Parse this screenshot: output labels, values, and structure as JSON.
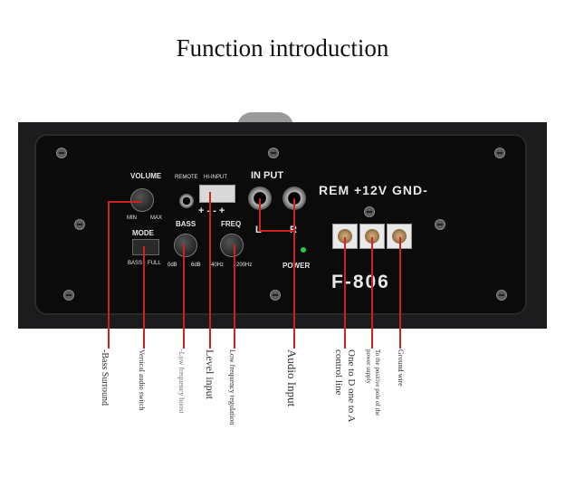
{
  "title": "Function introduction",
  "panel": {
    "volume": "VOLUME",
    "min": "MIN",
    "max": "MAX",
    "remote": "REMOTE",
    "hi_input": "HI-INPUT",
    "hi_input_polarity": "+ - - +",
    "in_put": "IN PUT",
    "left": "L",
    "right": "R",
    "rem_12v_gnd": "REM +12V GND-",
    "mode": "MODE",
    "bass": "BASS",
    "full": "FULL",
    "bass_knob": "BASS",
    "zero_db": "0dB",
    "six_db": "6dB",
    "freq": "FREQ",
    "forty_hz": "40Hz",
    "two_hundred_hz": "200Hz",
    "power": "POWER",
    "model": "F-806"
  },
  "captions": {
    "bass_surround": "-Bass Surround",
    "vertical_audio_switch": "Vertical audio switch",
    "low_frequency_boost": "-Low frequency boost",
    "level_input": "Level input",
    "low_frequency_regulation": "Low frequency regulation",
    "audio_input": "Audio Input",
    "one_to_d": "One to D one to A",
    "control_line": "control line",
    "positive_pole_1": "To the positive pole of the",
    "positive_pole_2": "power supply",
    "ground_wire": "Ground wire"
  },
  "colors": {
    "leader": "#cc2222",
    "power_led": "#22cc44"
  }
}
